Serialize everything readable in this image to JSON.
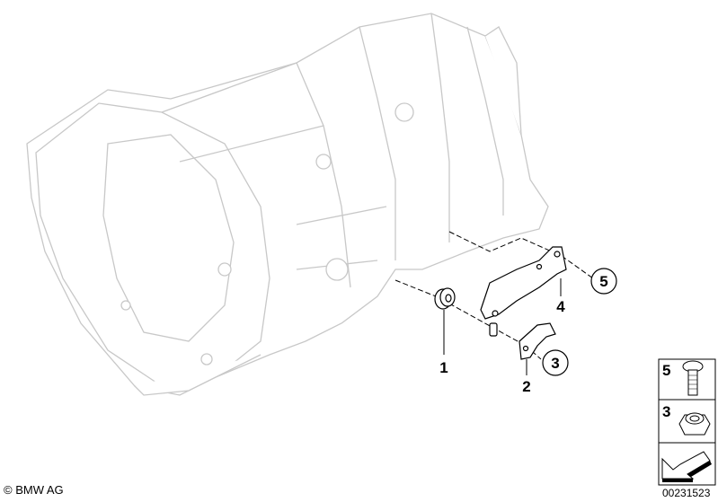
{
  "diagram": {
    "callouts": [
      {
        "id": "1",
        "circled": false
      },
      {
        "id": "2",
        "circled": false
      },
      {
        "id": "3",
        "circled": true
      },
      {
        "id": "4",
        "circled": false
      },
      {
        "id": "5",
        "circled": true
      }
    ],
    "legend": [
      {
        "id": "5",
        "icon": "bolt-icon"
      },
      {
        "id": "3",
        "icon": "nut-icon"
      },
      {
        "id": "",
        "icon": "direction-arrow-icon"
      }
    ],
    "copyright": "© BMW AG",
    "diagram_number": "00231523",
    "colors": {
      "line": "#000000",
      "ghost": "#c8c8c8"
    }
  }
}
